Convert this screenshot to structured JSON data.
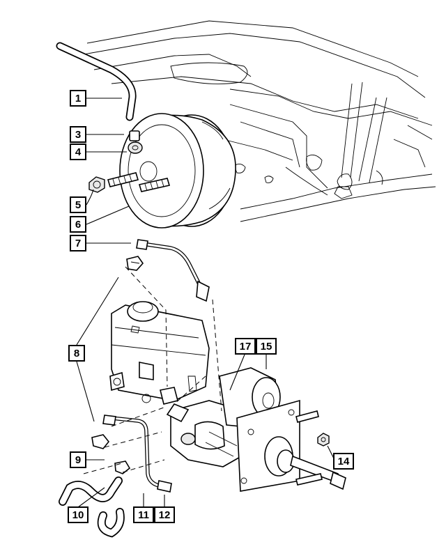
{
  "callouts": [
    {
      "id": "c1",
      "label": "1"
    },
    {
      "id": "c3",
      "label": "3"
    },
    {
      "id": "c4",
      "label": "4"
    },
    {
      "id": "c5",
      "label": "5"
    },
    {
      "id": "c6",
      "label": "6"
    },
    {
      "id": "c7",
      "label": "7"
    },
    {
      "id": "c8",
      "label": "8"
    },
    {
      "id": "c9",
      "label": "9"
    },
    {
      "id": "c10",
      "label": "10"
    },
    {
      "id": "c11",
      "label": "11"
    },
    {
      "id": "c12",
      "label": "12"
    },
    {
      "id": "c14",
      "label": "14"
    },
    {
      "id": "c15",
      "label": "15"
    },
    {
      "id": "c17",
      "label": "17"
    }
  ]
}
